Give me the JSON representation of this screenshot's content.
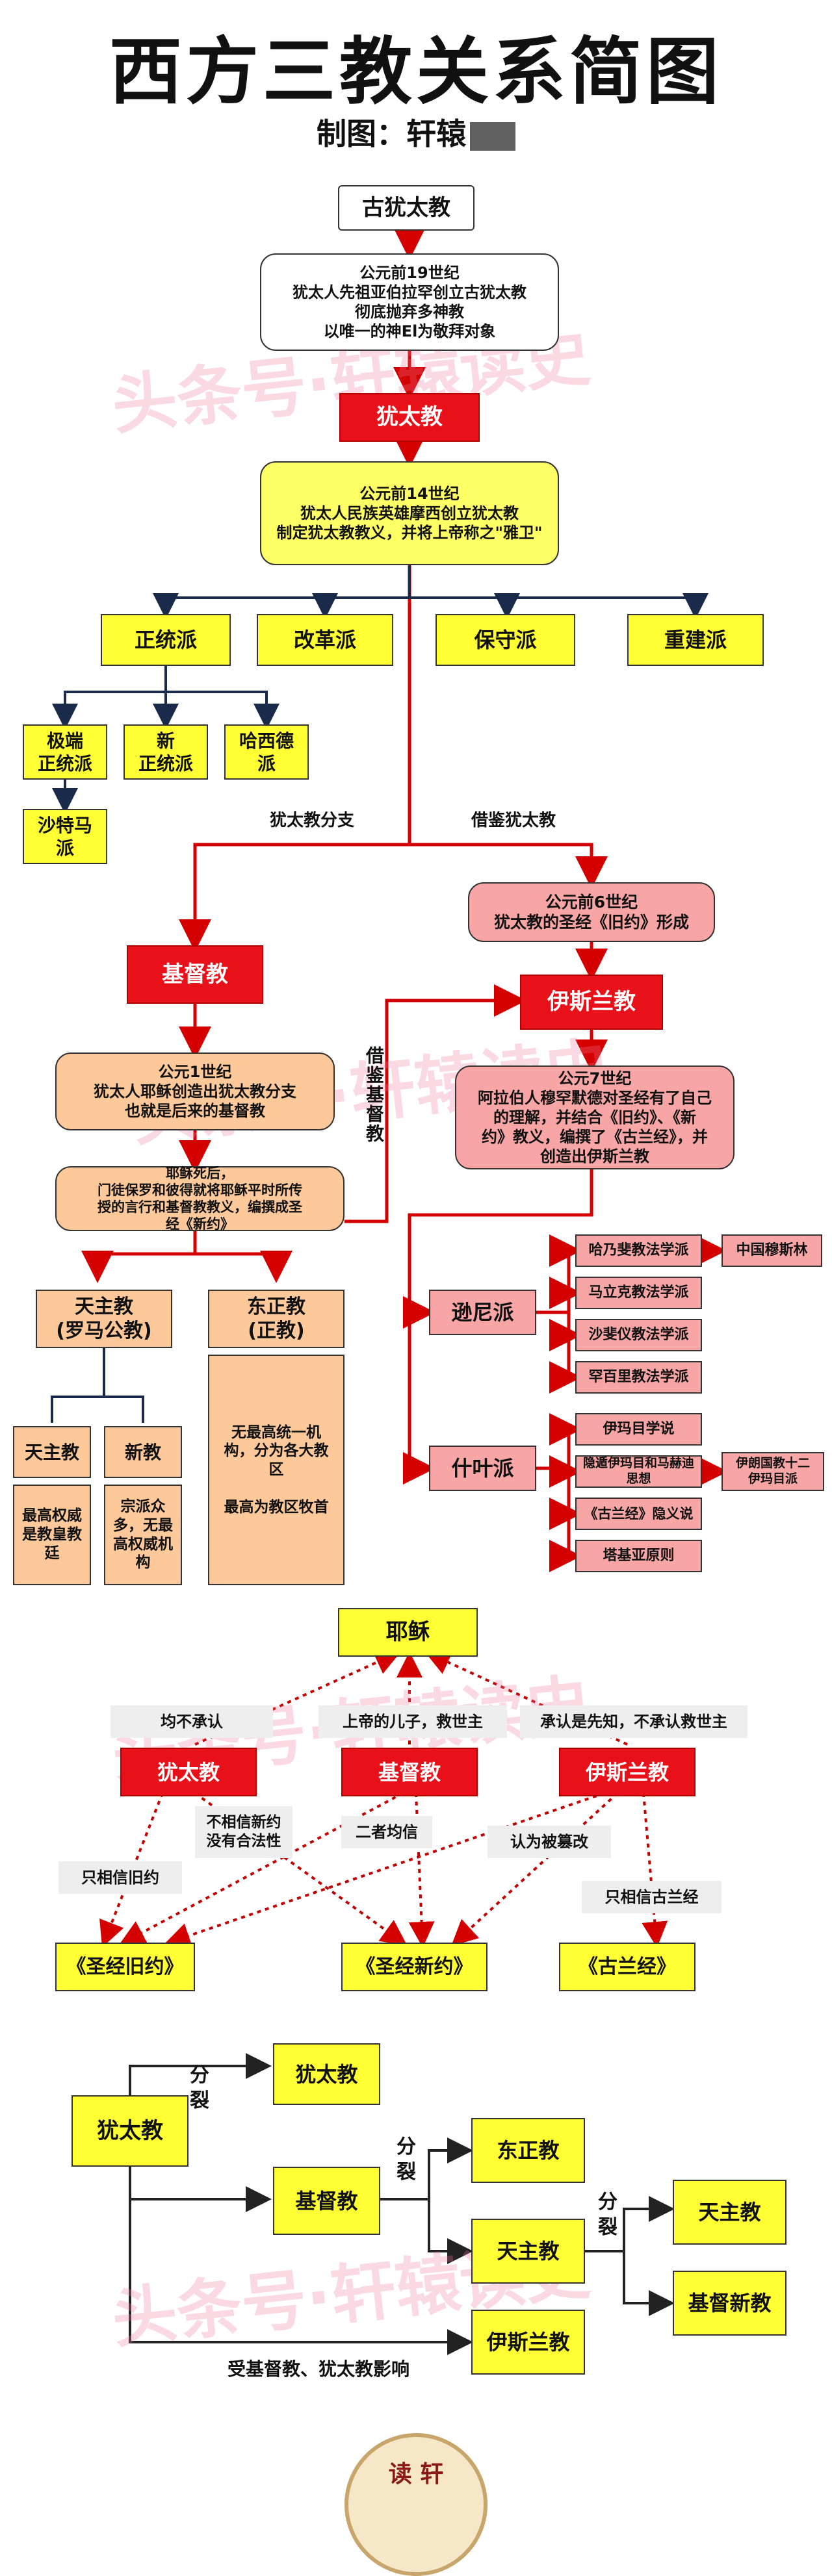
{
  "title": "西方三教关系简图",
  "maker_label": "制图：轩",
  "maker_partial": "辕",
  "watermark": "头条号·轩辕读史",
  "section1": {
    "ancient": "古犹太教",
    "note1": "公元前19世纪\n犹太人先祖亚伯拉罕创立古犹太教\n彻底抛弃多神教\n以唯一的神El为敬拜对象",
    "judaism": "犹太教",
    "note2": "公元前14世纪\n犹太人民族英雄摩西创立犹太教\n制定犹太教教义，并将上帝称之\"雅卫\"",
    "branches": [
      "正统派",
      "改革派",
      "保守派",
      "重建派"
    ],
    "orthodox_sub": [
      "极端\n正统派",
      "新\n正统派",
      "哈西德\n派"
    ],
    "satmar": "沙特马\n派",
    "label_branch": "犹太教分支",
    "label_borrow": "借鉴犹太教",
    "label_borrow_christ": "借鉴基督教"
  },
  "christianity": {
    "name": "基督教",
    "note1": "公元1世纪\n犹太人耶稣创造出犹太教分支\n也就是后来的基督教",
    "note2": "耶稣死后，\n门徒保罗和彼得就将耶稣平时所传\n授的言行和基督教教义，编撰成圣\n经《新约》",
    "catholic": "天主教\n(罗马公教)",
    "orthodox": "东正教\n(正教)",
    "catholic_sub": [
      "天主教",
      "新教"
    ],
    "catholic_desc": [
      "最高权威\n是教皇教\n廷",
      "宗派众\n多，无最\n高权威机\n构"
    ],
    "orthodox_desc": "无最高统一机\n构，分为各大教\n区\n\n最高为教区牧首"
  },
  "islam": {
    "note0": "公元前6世纪\n犹太教的圣经《旧约》形成",
    "name": "伊斯兰教",
    "note1": "公元7世纪\n阿拉伯人穆罕默德对圣经有了自己\n的理解，并结合《旧约》、《新\n约》教义，编撰了《古兰经》，并\n创造出伊斯兰教",
    "sunni": "逊尼派",
    "sunni_schools": [
      "哈乃斐教法学派",
      "马立克教法学派",
      "沙斐仪教法学派",
      "罕百里教法学派"
    ],
    "sunni_extra": "中国穆斯林",
    "shia": "什叶派",
    "shia_items": [
      "伊玛目学说",
      "隐遁伊玛目和马赫迪\n思想",
      "《古兰经》隐义说",
      "塔基亚原则"
    ],
    "shia_extra": "伊朗国教十二\n伊玛目派"
  },
  "section2": {
    "jesus": "耶稣",
    "views": [
      "均不承认",
      "上帝的儿子，救世主",
      "承认是先知，不承认救世主"
    ],
    "religions": [
      "犹太教",
      "基督教",
      "伊斯兰教"
    ],
    "notes": [
      "不相信新约\n没有合法性",
      "二者均信",
      "认为被篡改",
      "只相信旧约",
      "只相信古兰经"
    ],
    "books": [
      "《圣经旧约》",
      "《圣经新约》",
      "《古兰经》"
    ]
  },
  "section3": {
    "judaism": "犹太教",
    "split": "分\n裂",
    "judaism2": "犹太教",
    "christianity": "基督教",
    "orthodox": "东正教",
    "catholic": "天主教",
    "protestant": "基督新教",
    "islam": "伊斯兰教",
    "influence": "受基督教、犹太教影响"
  },
  "seal_text": "读 轩"
}
